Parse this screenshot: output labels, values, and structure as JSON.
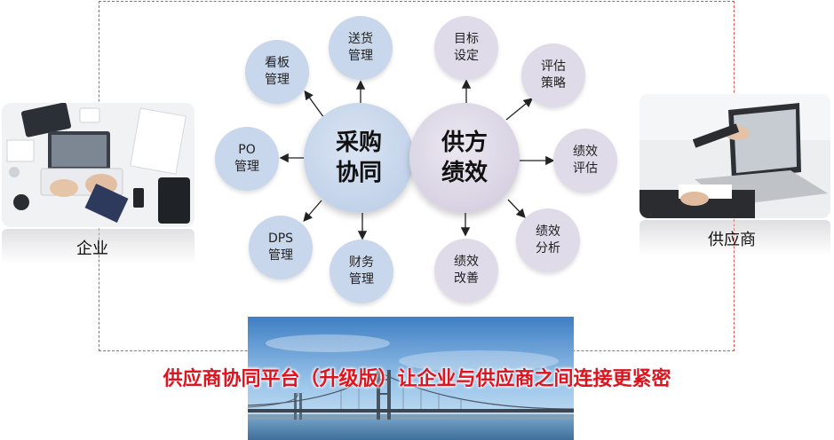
{
  "enterprise_label": "企业",
  "supplier_label": "供应商",
  "hubs": {
    "collaboration": "采购\n协同",
    "performance": "供方\n绩效"
  },
  "nodes": {
    "kanban": "看板\n管理",
    "delivery": "送货\n管理",
    "po": "PO\n管理",
    "dps": "DPS\n管理",
    "finance": "财务\n管理",
    "target": "目标\n设定",
    "strategy": "评估\n策略",
    "evaluation": "绩效\n评估",
    "analysis": "绩效\n分析",
    "improvement": "绩效\n改善"
  },
  "slogan": "供应商协同平台（升级版）让企业与供应商之间连接更紧密",
  "colors": {
    "frame_dash": "#d9534f",
    "slogan": "#e0141e",
    "blue_node": "#c8d7ec",
    "purple_node": "#e0dbe9"
  }
}
